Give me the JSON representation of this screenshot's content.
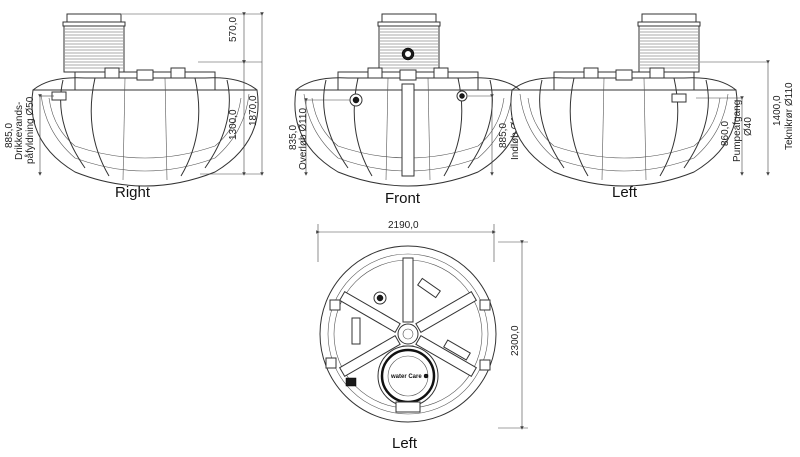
{
  "views": {
    "right": {
      "caption": "Right",
      "dim_top": "570,0",
      "dim_body": "1300,0",
      "dim_total": "1870,0",
      "label_height": "885,0",
      "label_line1": "Drikkevands-",
      "label_line2": "påfyldning Ø50"
    },
    "front": {
      "caption": "Front",
      "label_left_height": "835,0",
      "label_left": "Overløb Ø110",
      "label_right_height": "885,0",
      "label_right": "Indløb Ø110"
    },
    "left": {
      "caption": "Left",
      "label_pump_height": "860,0",
      "label_pump_line1": "Pumpeafgang",
      "label_pump_line2": "Ø40",
      "label_tech_height": "1400,0",
      "label_tech": "Teknikrør Ø110"
    },
    "top": {
      "caption": "Left",
      "dim_width": "2190,0",
      "dim_depth": "2300,0",
      "logo_text": "water Care"
    }
  },
  "colors": {
    "line": "#333333",
    "background": "#ffffff"
  }
}
